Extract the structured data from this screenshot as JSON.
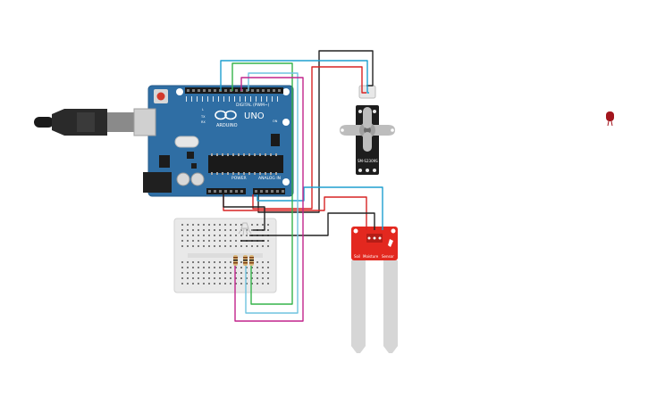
{
  "arduino": {
    "brand_text": "ARDUINO",
    "model_text": "UNO",
    "digital_header": "DIGITAL (PWM~)",
    "power_header": "POWER",
    "analog_header": "ANALOG IN",
    "tx_label": "TX",
    "rx_label": "RX",
    "on_label": "ON",
    "l_label": "L"
  },
  "servo": {
    "model_text": "SM-S2309S"
  },
  "soil_sensor": {
    "label_words": [
      "Soil",
      "Moisture",
      "Sensor"
    ]
  },
  "colors": {
    "board_blue": "#2f6ea4",
    "sensor_red": "#e3281f",
    "wire_black": "#222222",
    "wire_red": "#d72424",
    "wire_cyan": "#1e9fcf",
    "wire_green": "#35b34a",
    "wire_lightblue": "#6fc3df",
    "wire_magenta": "#c2248c"
  }
}
